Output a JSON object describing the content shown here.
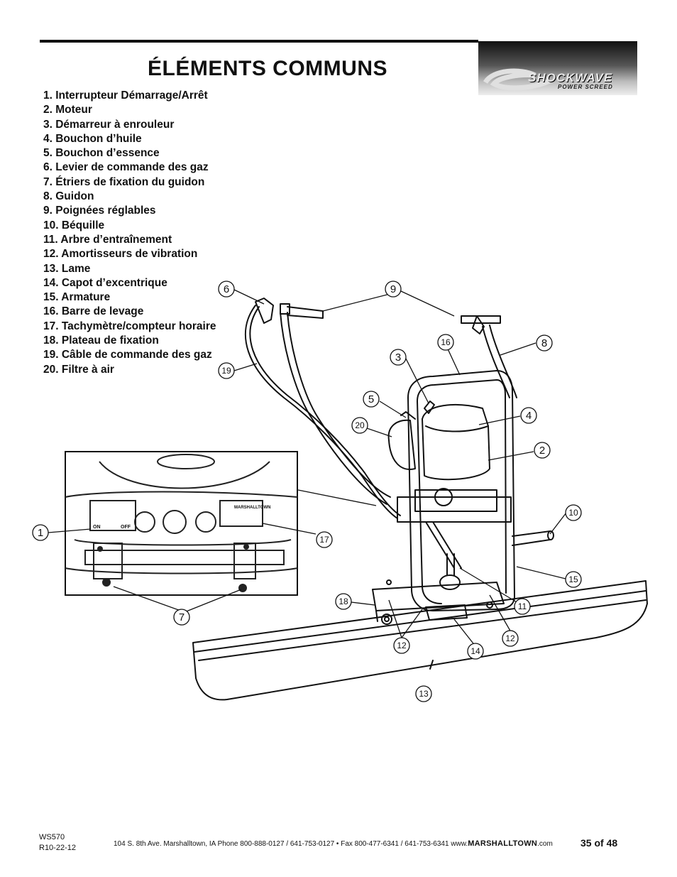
{
  "page": {
    "title": "ÉLÉMENTS COMMUNS",
    "logo": {
      "word": "SHOCKWAVE",
      "sub": "POWER SCREED"
    }
  },
  "parts": [
    "1. Interrupteur Démarrage/Arrêt",
    "2. Moteur",
    "3. Démarreur à enrouleur",
    "4. Bouchon d’huile",
    "5. Bouchon d’essence",
    "6. Levier de commande des gaz",
    "7. Étriers de fixation du guidon",
    "8. Guidon",
    "9. Poignées réglables",
    "10. Béquille",
    "11. Arbre d’entraînement",
    "12. Amortisseurs de vibration",
    "13. Lame",
    "14. Capot d’excentrique",
    "15. Armature",
    "16. Barre de levage",
    "17. Tachymètre/compteur horaire",
    "18. Plateau de fixation",
    "19. Câble de commande des gaz",
    "20. Filtre à air"
  ],
  "callouts": {
    "c1": "1",
    "c2": "2",
    "c3": "3",
    "c4": "4",
    "c5": "5",
    "c6": "6",
    "c7": "7",
    "c8": "8",
    "c9": "9",
    "c10": "10",
    "c11": "11",
    "c12a": "12",
    "c12b": "12",
    "c13": "13",
    "c14": "14",
    "c15": "15",
    "c16": "16",
    "c17": "17",
    "c18": "18",
    "c19": "19",
    "c20": "20"
  },
  "inset": {
    "switch_on": "ON",
    "switch_off": "OFF",
    "meter_brand": "MARSHALLTOWN"
  },
  "footer": {
    "doc_id": "WS570",
    "revision": "R10-22-12",
    "address": "104 S. 8th Ave. Marshalltown, IA Phone 800-888-0127 / 641-753-0127  •  Fax 800-477-6341 / 641-753-6341 www.",
    "brand": "MARSHALLTOWN",
    "domain_suffix": ".com",
    "page_number": "35 of 48"
  }
}
